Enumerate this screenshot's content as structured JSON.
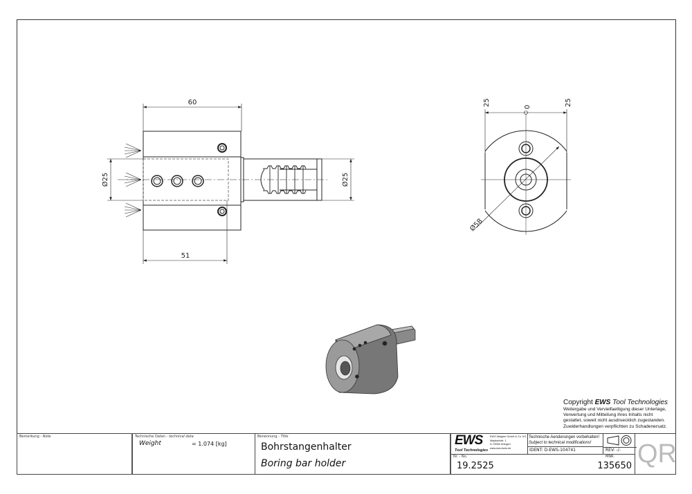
{
  "drawing": {
    "dimensions": {
      "overall_length": "60",
      "bore_depth": "51",
      "left_diameter": "Ø25",
      "right_diameter": "Ø25",
      "end_left": "25",
      "end_center": "0",
      "end_right": "25",
      "end_diameter": "Ø58"
    }
  },
  "copyright": {
    "prefix": "Copyright ",
    "brand": "EWS",
    "suffix": " Tool Technologies",
    "lines": [
      "Weitergabe und Vervielfaeltigung dieser Unterlage,",
      "Verwertung und Mitteilung ihres Inhalts nicht",
      "gestattet, soweit nicht ausdruecklich zugestanden.",
      "Zuwiderhandlungen verpflichten zu Schadenersatz."
    ]
  },
  "title_block": {
    "note_label": "Bemerkung - ",
    "note_label_en": "Note",
    "tech_label": "Technische Daten - ",
    "tech_label_en": "technical data",
    "weight_name": "Weight",
    "weight_value": "=  1.074  [kg]",
    "title_label": "Benennung - ",
    "title_label_en": "Title",
    "title_de": "Bohrstangenhalter",
    "title_en": "Boring bar holder",
    "logo_text": "EWS",
    "logo_sub": "Tool Technologies",
    "company_lines": [
      "EWS Weigele GmbH & Co. KG",
      "Maybachstr. 1",
      "D-73066 Uhingen",
      "www.ews-tools.de"
    ],
    "notice_de": "Technische Aenderungen vorbehalten!",
    "notice_en": "Subject to technical modifications!",
    "ident": "IDENT:  D-EWS-104741",
    "rev": "REV:  -/-",
    "nr_label": "Nr. - No.",
    "nr_value": "19.2525",
    "mnr_label": "MNR.",
    "mnr_value": "135650",
    "qr": "QR"
  }
}
